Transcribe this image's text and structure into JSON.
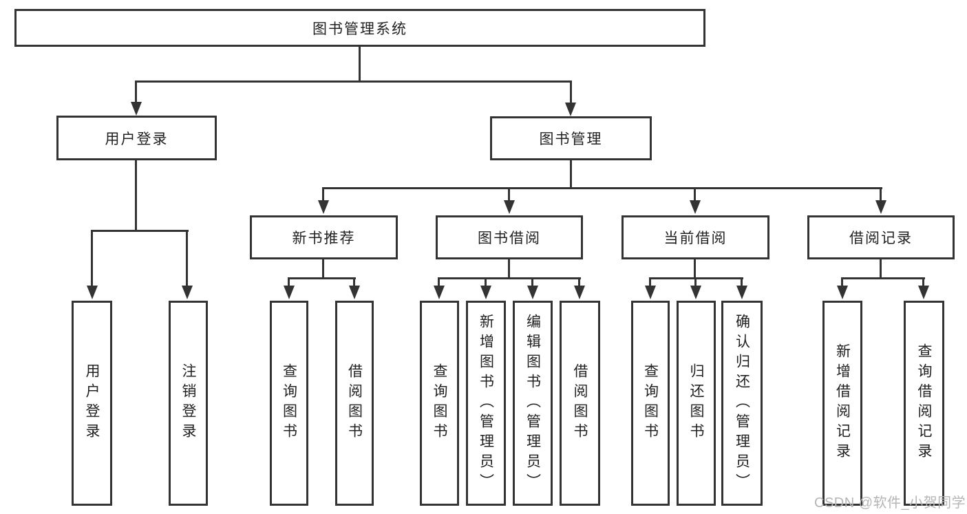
{
  "diagram": {
    "title": "图书管理系统",
    "branches": [
      {
        "label": "用户登录",
        "children": [
          {
            "label": "用户登录"
          },
          {
            "label": "注销登录"
          }
        ]
      },
      {
        "label": "图书管理",
        "children": [
          {
            "label": "新书推荐",
            "children": [
              {
                "label": "查询图书"
              },
              {
                "label": "借阅图书"
              }
            ]
          },
          {
            "label": "图书借阅",
            "children": [
              {
                "label": "查询图书"
              },
              {
                "label": "新增图书（管理员）"
              },
              {
                "label": "编辑图书（管理员）"
              },
              {
                "label": "借阅图书"
              }
            ]
          },
          {
            "label": "当前借阅",
            "children": [
              {
                "label": "查询图书"
              },
              {
                "label": "归还图书"
              },
              {
                "label": "确认归还（管理员）"
              }
            ]
          },
          {
            "label": "借阅记录",
            "children": [
              {
                "label": "新增借阅记录"
              },
              {
                "label": "查询借阅记录"
              }
            ]
          }
        ]
      }
    ]
  },
  "watermark": {
    "text": "CSDN @软件_小贺同学"
  },
  "colors": {
    "line": "#333333",
    "text": "#212121",
    "background": "#ffffff",
    "watermark": "#b5b5b5"
  }
}
